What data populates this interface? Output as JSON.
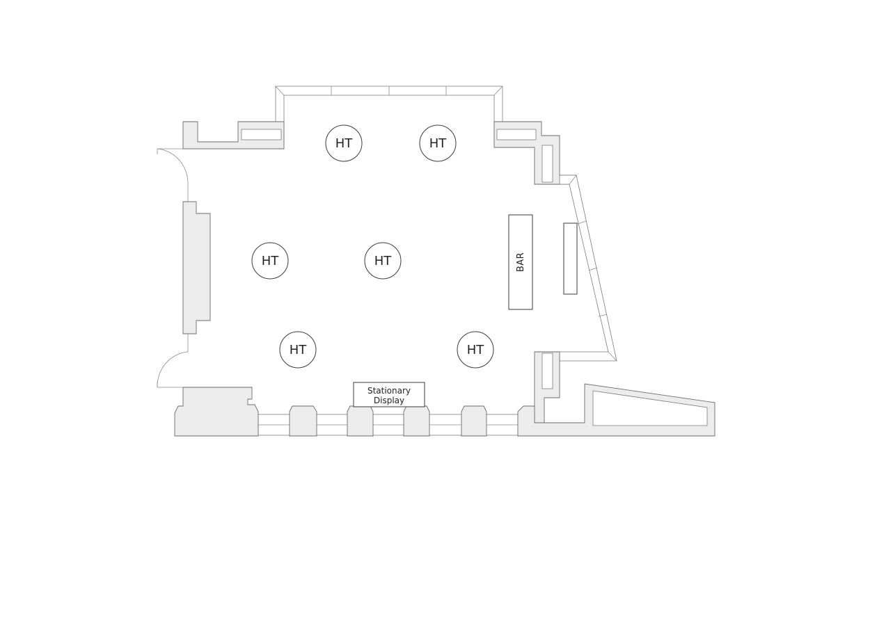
{
  "tables": [
    {
      "id": "ht-1",
      "label": "HT"
    },
    {
      "id": "ht-2",
      "label": "HT"
    },
    {
      "id": "ht-3",
      "label": "HT"
    },
    {
      "id": "ht-4",
      "label": "HT"
    },
    {
      "id": "ht-5",
      "label": "HT"
    },
    {
      "id": "ht-6",
      "label": "HT"
    }
  ],
  "bar": {
    "label": "BAR"
  },
  "display": {
    "line1": "Stationary",
    "line2": "Display"
  }
}
